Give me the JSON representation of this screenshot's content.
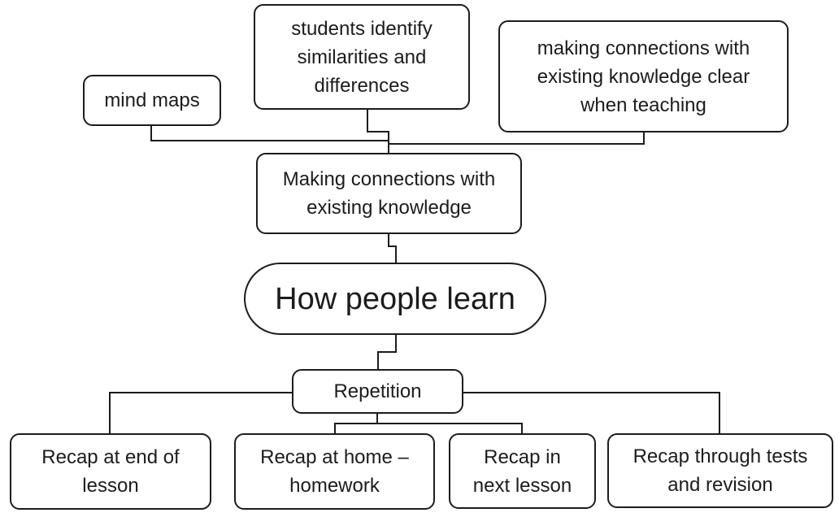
{
  "diagram": {
    "type": "mind-map",
    "title": "How people learn",
    "colors": {
      "stroke": "#1c1c1c",
      "text": "#1c1c1c",
      "background": "#ffffff"
    },
    "nodes": {
      "mind_maps": "mind maps",
      "students": "students identify\nsimilarities and\ndifferences",
      "teaching": "making connections with\nexisting knowledge clear\nwhen teaching",
      "connections": "Making connections with\nexisting knowledge",
      "center": "How people learn",
      "repetition": "Repetition",
      "recap_end": "Recap at end of\nlesson",
      "recap_home": "Recap at home –\nhomework",
      "recap_next": "Recap in\nnext lesson",
      "recap_tests": "Recap through tests\nand revision"
    },
    "edges": [
      [
        "center",
        "connections"
      ],
      [
        "connections",
        "mind_maps"
      ],
      [
        "connections",
        "students"
      ],
      [
        "connections",
        "teaching"
      ],
      [
        "center",
        "repetition"
      ],
      [
        "repetition",
        "recap_end"
      ],
      [
        "repetition",
        "recap_home"
      ],
      [
        "repetition",
        "recap_next"
      ],
      [
        "repetition",
        "recap_tests"
      ]
    ]
  }
}
